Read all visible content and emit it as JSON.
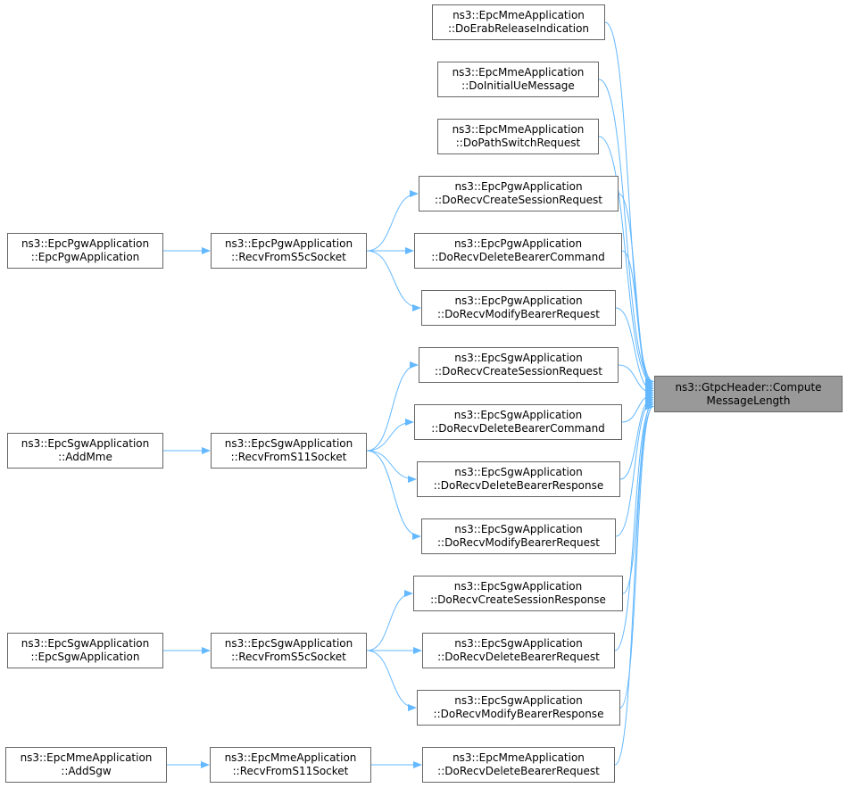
{
  "colors": {
    "edge": "#63b8ff",
    "node_border": "#666666",
    "root_fill": "#999999"
  },
  "nodes": {
    "root": {
      "line1": "ns3::GtpcHeader::Compute",
      "line2": "MessageLength"
    },
    "mme_erab": {
      "line1": "ns3::EpcMmeApplication",
      "line2": "::DoErabReleaseIndication"
    },
    "mme_initial": {
      "line1": "ns3::EpcMmeApplication",
      "line2": "::DoInitialUeMessage"
    },
    "mme_path": {
      "line1": "ns3::EpcMmeApplication",
      "line2": "::DoPathSwitchRequest"
    },
    "pgw_create": {
      "line1": "ns3::EpcPgwApplication",
      "line2": "::DoRecvCreateSessionRequest"
    },
    "pgw_delete": {
      "line1": "ns3::EpcPgwApplication",
      "line2": "::DoRecvDeleteBearerCommand"
    },
    "pgw_modify": {
      "line1": "ns3::EpcPgwApplication",
      "line2": "::DoRecvModifyBearerRequest"
    },
    "sgw_create": {
      "line1": "ns3::EpcSgwApplication",
      "line2": "::DoRecvCreateSessionRequest"
    },
    "sgw_delcmd": {
      "line1": "ns3::EpcSgwApplication",
      "line2": "::DoRecvDeleteBearerCommand"
    },
    "sgw_delresp": {
      "line1": "ns3::EpcSgwApplication",
      "line2": "::DoRecvDeleteBearerResponse"
    },
    "sgw_modreq": {
      "line1": "ns3::EpcSgwApplication",
      "line2": "::DoRecvModifyBearerRequest"
    },
    "sgw_createresp": {
      "line1": "ns3::EpcSgwApplication",
      "line2": "::DoRecvCreateSessionResponse"
    },
    "sgw_delreq": {
      "line1": "ns3::EpcSgwApplication",
      "line2": "::DoRecvDeleteBearerRequest"
    },
    "sgw_modresp": {
      "line1": "ns3::EpcSgwApplication",
      "line2": "::DoRecvModifyBearerResponse"
    },
    "mme_delreq": {
      "line1": "ns3::EpcMmeApplication",
      "line2": "::DoRecvDeleteBearerRequest"
    },
    "pgw_s5c": {
      "line1": "ns3::EpcPgwApplication",
      "line2": "::RecvFromS5cSocket"
    },
    "sgw_s11": {
      "line1": "ns3::EpcSgwApplication",
      "line2": "::RecvFromS11Socket"
    },
    "sgw_s5c": {
      "line1": "ns3::EpcSgwApplication",
      "line2": "::RecvFromS5cSocket"
    },
    "mme_s11": {
      "line1": "ns3::EpcMmeApplication",
      "line2": "::RecvFromS11Socket"
    },
    "pgw_ctor": {
      "line1": "ns3::EpcPgwApplication",
      "line2": "::EpcPgwApplication"
    },
    "sgw_addmme": {
      "line1": "ns3::EpcSgwApplication",
      "line2": "::AddMme"
    },
    "sgw_ctor": {
      "line1": "ns3::EpcSgwApplication",
      "line2": "::EpcSgwApplication"
    },
    "mme_addsgw": {
      "line1": "ns3::EpcMmeApplication",
      "line2": "::AddSgw"
    }
  },
  "edges": [
    [
      "mme_erab",
      "root"
    ],
    [
      "mme_initial",
      "root"
    ],
    [
      "mme_path",
      "root"
    ],
    [
      "pgw_create",
      "root"
    ],
    [
      "pgw_delete",
      "root"
    ],
    [
      "pgw_modify",
      "root"
    ],
    [
      "sgw_create",
      "root"
    ],
    [
      "sgw_delcmd",
      "root"
    ],
    [
      "sgw_delresp",
      "root"
    ],
    [
      "sgw_modreq",
      "root"
    ],
    [
      "sgw_createresp",
      "root"
    ],
    [
      "sgw_delreq",
      "root"
    ],
    [
      "sgw_modresp",
      "root"
    ],
    [
      "mme_delreq",
      "root"
    ],
    [
      "pgw_s5c",
      "pgw_create"
    ],
    [
      "pgw_s5c",
      "pgw_delete"
    ],
    [
      "pgw_s5c",
      "pgw_modify"
    ],
    [
      "sgw_s11",
      "sgw_create"
    ],
    [
      "sgw_s11",
      "sgw_delcmd"
    ],
    [
      "sgw_s11",
      "sgw_delresp"
    ],
    [
      "sgw_s11",
      "sgw_modreq"
    ],
    [
      "sgw_s5c",
      "sgw_createresp"
    ],
    [
      "sgw_s5c",
      "sgw_delreq"
    ],
    [
      "sgw_s5c",
      "sgw_modresp"
    ],
    [
      "mme_s11",
      "mme_delreq"
    ],
    [
      "pgw_ctor",
      "pgw_s5c"
    ],
    [
      "sgw_addmme",
      "sgw_s11"
    ],
    [
      "sgw_ctor",
      "sgw_s5c"
    ],
    [
      "mme_addsgw",
      "mme_s11"
    ]
  ]
}
